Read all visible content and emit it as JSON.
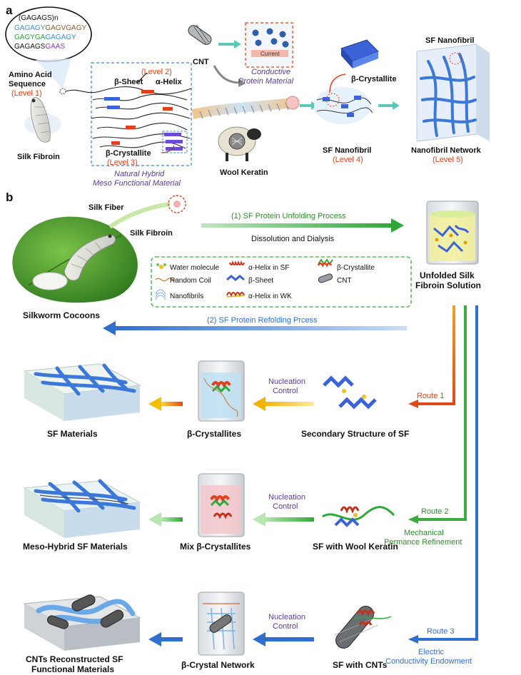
{
  "panel_a": {
    "letter": "a",
    "sequence": {
      "title": "(GAGAGS)n",
      "lines": [
        {
          "parts": [
            {
              "text": "GAGAGY",
              "color": "#3a8fd8"
            },
            {
              "text": "GAGVGAGY",
              "color": "#8a5a2a"
            }
          ]
        },
        {
          "parts": [
            {
              "text": "GAGYGA",
              "color": "#2e9e3a"
            },
            {
              "text": "GAGAGY",
              "color": "#3a8fd8"
            }
          ]
        },
        {
          "parts": [
            {
              "text": "GAGAGS",
              "color": "#111111"
            },
            {
              "text": "GAAS",
              "color": "#8a3ab8"
            }
          ]
        }
      ]
    },
    "amino_acid_label": [
      "Amino Acid",
      "Sequence"
    ],
    "level1": "(Level 1)",
    "silk_fibroin": "Silk Fibroin",
    "level2": "(Level 2)",
    "beta_sheet": "β-Sheet",
    "alpha_helix": "α-Helix",
    "beta_crystallite_lower": "β-Crystallite",
    "level3": "(Level 3)",
    "hybrid_caption": [
      "Natural Hybrid",
      "Meso Functional Material"
    ],
    "cnt": "CNT",
    "current": "Current",
    "conductive": [
      "Conductive",
      "Protein Material"
    ],
    "wool_keratin": "Wool Keratin",
    "beta_crystallite_upper": "β-Crystallite",
    "sf_nanofibril_center": "SF Nanofibril",
    "level4": "(Level 4)",
    "sf_nanofibril_top": "SF Nanofibril",
    "nanofibril_network": "Nanofibril Network",
    "level5": "(Level 5)"
  },
  "panel_b": {
    "letter": "b",
    "silk_fiber": "Silk Fiber",
    "silk_fibroin": "Silk Fibroin",
    "silkworm_cocoons": "Silkworm Cocoons",
    "unfolding": "(1) SF Protein Unfolding Process",
    "dissolution": "Dissolution and Dialysis",
    "unfolded_solution": [
      "Unfolded Silk",
      "Fibroin Solution"
    ],
    "refolding": "(2) SF Protein Refolding Prcess",
    "legend": [
      {
        "label": "Water molecule",
        "icon": "water-molecule-icon"
      },
      {
        "label": "α-Helix in SF",
        "icon": "alpha-helix-sf-icon"
      },
      {
        "label": "β-Crystallite",
        "icon": "beta-crystallite-icon"
      },
      {
        "label": "Random Coil",
        "icon": "random-coil-icon"
      },
      {
        "label": "β-Sheet",
        "icon": "beta-sheet-icon"
      },
      {
        "label": "CNT",
        "icon": "cnt-icon"
      },
      {
        "label": "Nanofibrils",
        "icon": "nanofibrils-icon"
      },
      {
        "label": "α-Helix in WK",
        "icon": "alpha-helix-wk-icon"
      }
    ],
    "rows": [
      {
        "material": "SF Materials",
        "crystal": "β-Crystallites",
        "structure": "Secondary Structure of SF",
        "route": "Route 1",
        "control": [
          "Nucleation",
          "Control"
        ],
        "route_note": []
      },
      {
        "material": "Meso-Hybrid SF Materials",
        "crystal": "Mix β-Crystallites",
        "structure": "SF with Wool Keratin",
        "route": "Route 2",
        "control": [
          "Nucleation",
          "Control"
        ],
        "route_note": [
          "Mechanical",
          "Permance Refinement"
        ]
      },
      {
        "material": "CNTs Reconstructed SF",
        "material_line2": "Functional Materials",
        "crystal": "β-Crystal Network",
        "structure": "SF with CNTs",
        "route": "Route 3",
        "control": [
          "Nucleation",
          "Control"
        ],
        "route_note": [
          "Electric",
          "Conductivity Endowment"
        ]
      }
    ]
  },
  "colors": {
    "level_red": "#e0401a",
    "purple": "#5b3a9a",
    "green_route": "#3daa3d",
    "blue_route": "#2f6fd0",
    "orange_route": "#f0a020",
    "fibril_blue": "#3b78d8",
    "note_green": "#2e8b2e",
    "note_blue": "#2f6fd0"
  }
}
